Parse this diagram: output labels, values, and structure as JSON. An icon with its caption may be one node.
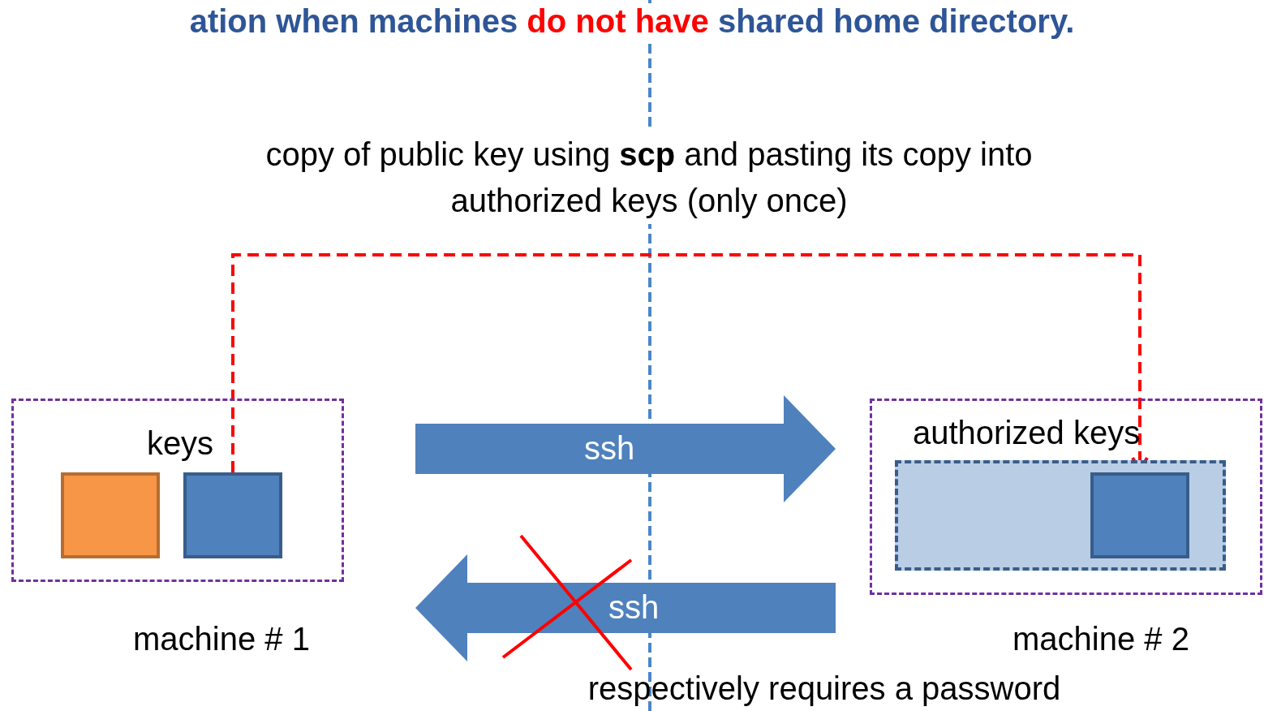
{
  "diagram": {
    "title": "ation when machines *do not have* shared home directory.",
    "nodes": [
      {
        "text": [
          "keys"
        ],
        "beside": [
          "machine # 1"
        ]
      },
      {
        "text": [],
        "shape": "box",
        "in": 0
      },
      {
        "text": [],
        "shape": "box",
        "in": 0
      },
      {
        "text": [],
        "shape": "box",
        "beside": [
          "machine # 2"
        ]
      },
      {
        "text": [
          "authorized keys"
        ],
        "in": 3
      },
      {
        "text": [],
        "shape": "box",
        "in": 4
      }
    ],
    "edges": [
      {
        "from": 0,
        "to": 3,
        "arrow": "to",
        "label": "ssh"
      },
      {
        "from": 3,
        "to": 0,
        "arrow": "to",
        "label": "ssh"
      },
      {
        "from": 2,
        "to": 5,
        "arrow": "to",
        "label": "copy of public key using **scp** and pasting its copy into authorized keys (only once)",
        "style": "dashed",
        "color": "#ff0000"
      }
    ],
    "labels": [
      "respectively requires a password"
    ]
  }
}
